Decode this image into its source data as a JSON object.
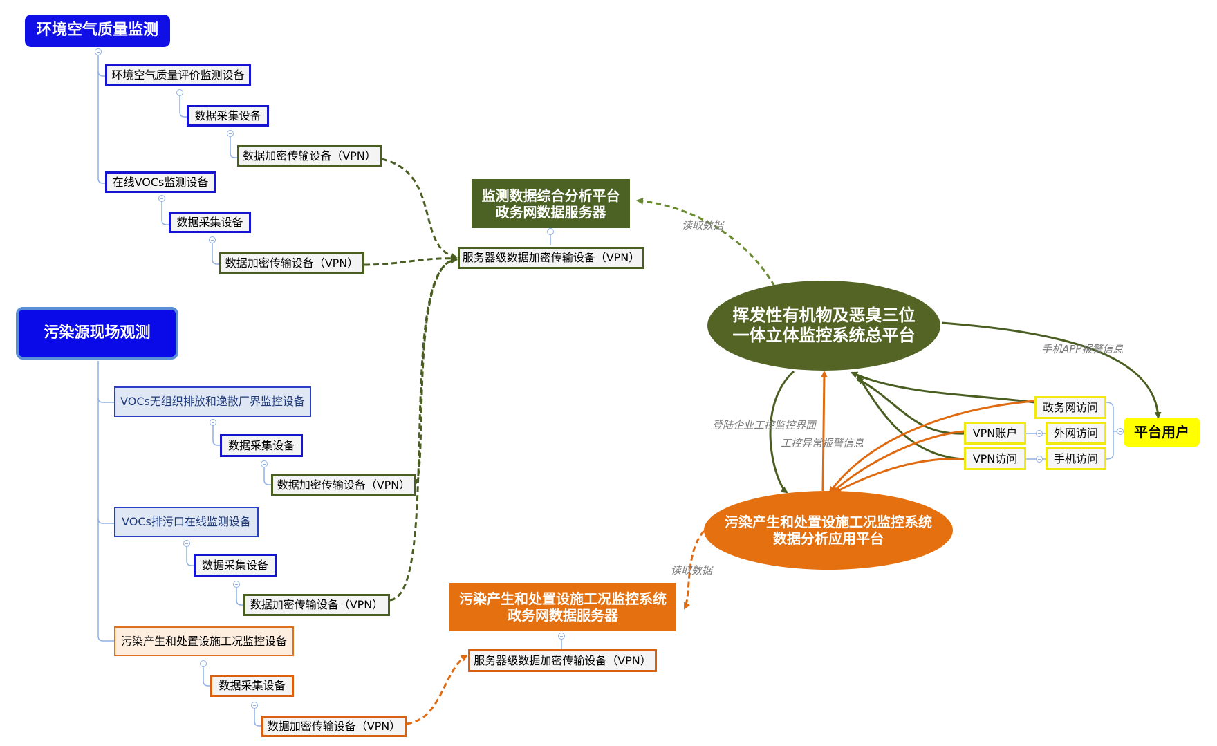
{
  "env": {
    "title": "环境空气质量监测",
    "aq_device": "环境空气质量评价监测设备",
    "aq_collect": "数据采集设备",
    "aq_vpn": "数据加密传输设备（VPN）",
    "voc_online": "在线VOCs监测设备",
    "voc_collect": "数据采集设备",
    "voc_vpn": "数据加密传输设备（VPN）"
  },
  "source": {
    "title": "污染源现场观测",
    "fugitive": "VOCs无组织排放和逸散厂界监控设备",
    "fugitive_collect": "数据采集设备",
    "fugitive_vpn": "数据加密传输设备（VPN）",
    "outlet": "VOCs排污口在线监测设备",
    "outlet_collect": "数据采集设备",
    "outlet_vpn": "数据加密传输设备（VPN）",
    "facility": "污染产生和处置设施工况监控设备",
    "facility_collect": "数据采集设备",
    "facility_vpn": "数据加密传输设备（VPN）"
  },
  "green_server": {
    "line1": "监测数据综合分析平台",
    "line2": "政务网数据服务器",
    "vpn": "服务器级数据加密传输设备（VPN）"
  },
  "orange_server": {
    "line1": "污染产生和处置设施工况监控系统",
    "line2": "政务网数据服务器",
    "vpn": "服务器级数据加密传输设备（VPN）"
  },
  "main_platform": {
    "line1": "挥发性有机物及恶臭三位",
    "line2": "一体立体监控系统总平台"
  },
  "orange_platform": {
    "line1": "污染产生和处置设施工况监控系统",
    "line2": "数据分析应用平台"
  },
  "access": {
    "gov_access": "政务网访问",
    "vpn_account": "VPN账户",
    "external_access": "外网访问",
    "vpn_access": "VPN访问",
    "mobile_access": "手机访问",
    "user": "平台用户"
  },
  "edge_labels": {
    "read_green": "读取数据",
    "read_orange": "读取数据",
    "mobile_alarm": "手机APP报警信息",
    "login": "登陆企业工控监控界面",
    "alarm": "工控异常报警信息"
  },
  "colors": {
    "blue": "#1010e6",
    "green": "#4c6224",
    "orange": "#e5700f",
    "yellow": "#ffff00"
  }
}
